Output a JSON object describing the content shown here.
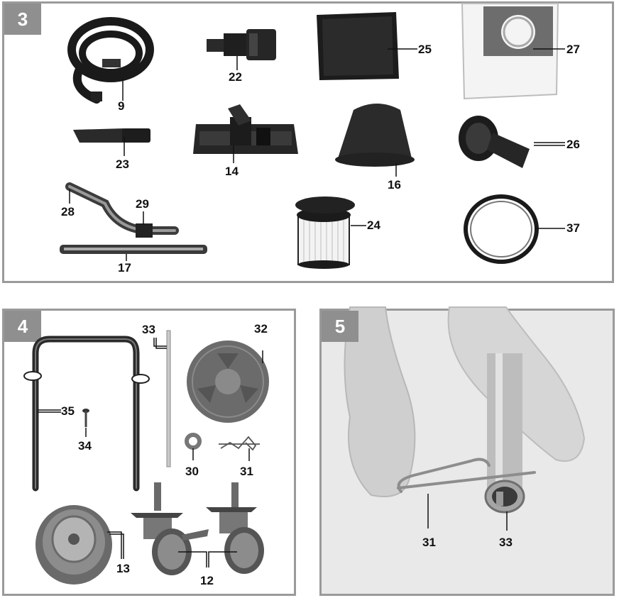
{
  "panels": [
    {
      "number": "3",
      "labels": [
        "9",
        "22",
        "25",
        "27",
        "23",
        "14",
        "16",
        "26",
        "28",
        "29",
        "17",
        "24",
        "37"
      ]
    },
    {
      "number": "4",
      "labels": [
        "33",
        "32",
        "35",
        "34",
        "30",
        "31",
        "13",
        "12"
      ]
    },
    {
      "number": "5",
      "labels": [
        "31",
        "33"
      ]
    }
  ]
}
